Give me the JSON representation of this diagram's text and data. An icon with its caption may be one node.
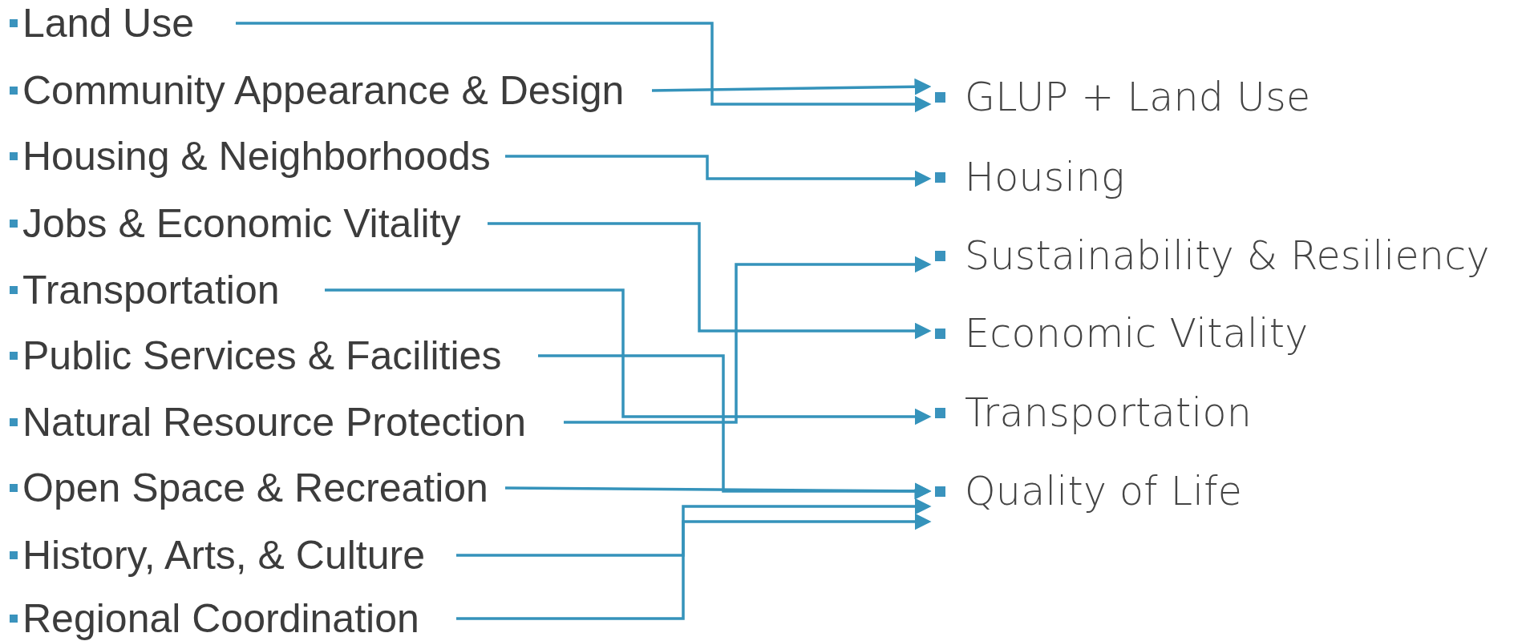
{
  "diagram": {
    "nodes": [
      {
        "text": [
          "Land Use"
        ]
      },
      {
        "text": [
          "Community Appearance & Design"
        ]
      },
      {
        "text": [
          "Housing & Neighborhoods"
        ]
      },
      {
        "text": [
          "Jobs & Economic Vitality"
        ]
      },
      {
        "text": [
          "Transportation"
        ]
      },
      {
        "text": [
          "Public Services & Facilities"
        ]
      },
      {
        "text": [
          "Natural Resource Protection"
        ]
      },
      {
        "text": [
          "Open Space & Recreation"
        ]
      },
      {
        "text": [
          "History, Arts, & Culture"
        ]
      },
      {
        "text": [
          "Regional Coordination"
        ]
      },
      {
        "text": [
          "GLUP + Land Use"
        ]
      },
      {
        "text": [
          "Housing"
        ]
      },
      {
        "text": [
          "Sustainability & Resiliency"
        ]
      },
      {
        "text": [
          "Economic Vitality"
        ]
      },
      {
        "text": [
          "Transportation"
        ]
      },
      {
        "text": [
          "Quality of Life"
        ]
      }
    ],
    "edges": [
      {
        "from": 0,
        "to": 10,
        "arrow": "to"
      },
      {
        "from": 1,
        "to": 10,
        "arrow": "to"
      },
      {
        "from": 2,
        "to": 11,
        "arrow": "to"
      },
      {
        "from": 3,
        "to": 13,
        "arrow": "to"
      },
      {
        "from": 4,
        "to": 14,
        "arrow": "to"
      },
      {
        "from": 5,
        "to": 15,
        "arrow": "to"
      },
      {
        "from": 6,
        "to": 12,
        "arrow": "to"
      },
      {
        "from": 7,
        "to": 15,
        "arrow": "to"
      },
      {
        "from": 8,
        "to": 15,
        "arrow": "to"
      },
      {
        "from": 9,
        "to": 15,
        "arrow": "to"
      }
    ]
  }
}
